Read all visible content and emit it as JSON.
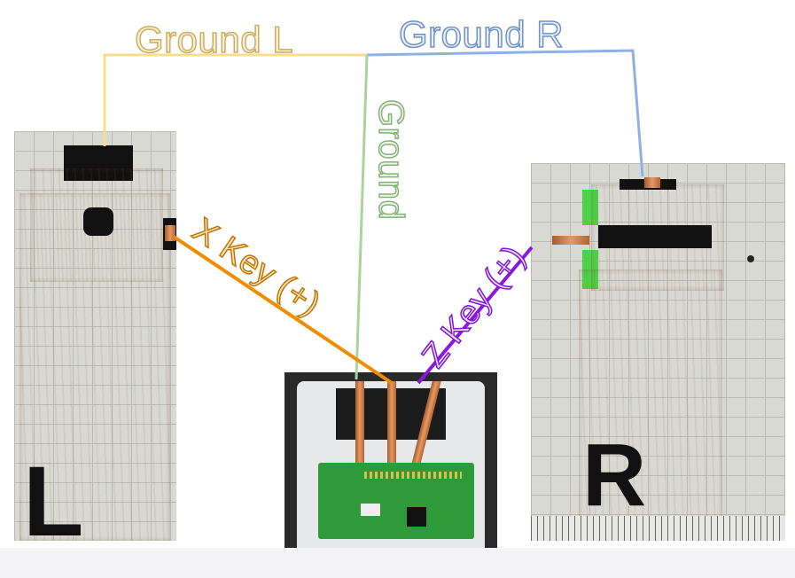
{
  "labels": {
    "ground_l": "Ground L",
    "ground_r": "Ground R",
    "ground": "Ground",
    "x_key": "X Key (+)",
    "z_key": "Z Key (+)"
  },
  "plates": {
    "left_letter": "L",
    "right_letter": "R"
  },
  "colors": {
    "ground_l_wire": "#f9dc8c",
    "ground_r_wire": "#8fb0e6",
    "ground_wire": "#a9d49a",
    "x_key_wire": "#f08c00",
    "z_key_wire": "#8a17e0"
  }
}
